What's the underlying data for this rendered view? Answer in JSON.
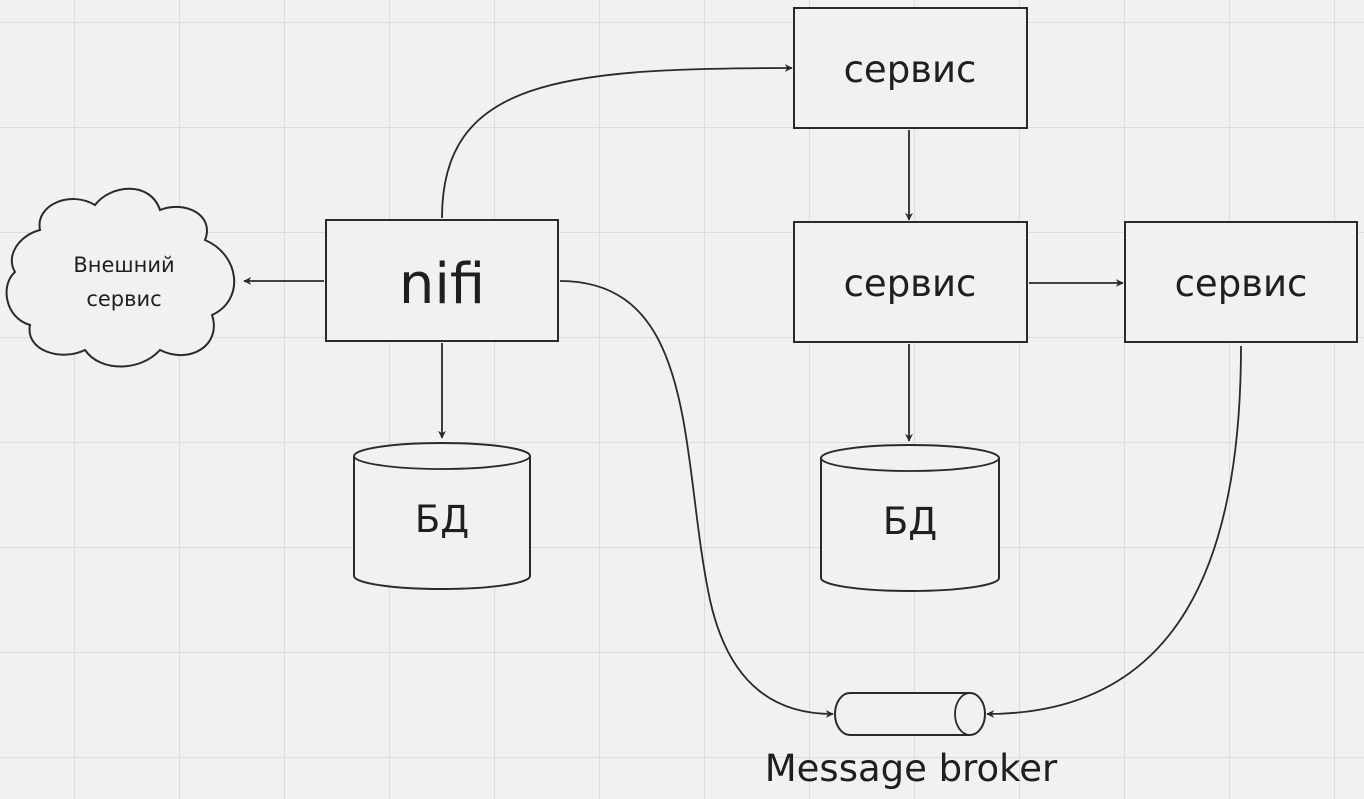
{
  "diagram": {
    "nodes": {
      "nifi": {
        "label": "nifi",
        "shape": "rectangle"
      },
      "external_service": {
        "label_line1": "Внешний",
        "label_line2": "сервис",
        "shape": "cloud"
      },
      "service_top": {
        "label": "сервис",
        "shape": "rectangle"
      },
      "service_middle": {
        "label": "сервис",
        "shape": "rectangle"
      },
      "service_right": {
        "label": "сервис",
        "shape": "rectangle"
      },
      "db_left": {
        "label": "БД",
        "shape": "cylinder"
      },
      "db_right": {
        "label": "БД",
        "shape": "cylinder"
      },
      "message_broker": {
        "label": "Message broker",
        "shape": "horizontal-cylinder"
      }
    },
    "edges": [
      {
        "from": "nifi",
        "to": "external_service"
      },
      {
        "from": "nifi",
        "to": "service_top"
      },
      {
        "from": "nifi",
        "to": "db_left"
      },
      {
        "from": "nifi",
        "to": "message_broker"
      },
      {
        "from": "service_top",
        "to": "service_middle"
      },
      {
        "from": "service_middle",
        "to": "service_right"
      },
      {
        "from": "service_middle",
        "to": "db_right"
      },
      {
        "from": "service_right",
        "to": "message_broker"
      }
    ],
    "colors": {
      "background": "#f1f1f1",
      "grid": "#dcdcdc",
      "stroke": "#2a2a2a"
    }
  }
}
